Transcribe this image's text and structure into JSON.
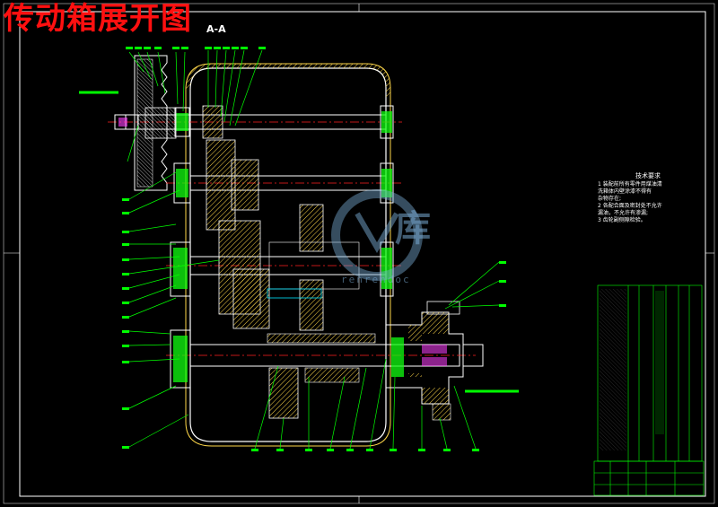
{
  "drawing": {
    "title": "传动箱展开图",
    "section_label": "A-A",
    "technical_notes": {
      "heading": "技术要求",
      "lines": [
        "1 装配前所有零件用煤油清",
        "洗箱体内壁涂漆不得有",
        "杂物存在;",
        "2 各配合面及密封处不允许",
        "漏油，不允许有渗漏;",
        "3 齿轮副侧隙检验。"
      ]
    },
    "watermark": {
      "text": "库",
      "sub": "renrendoc"
    }
  },
  "colors": {
    "background": "#000000",
    "title": "#ff1010",
    "outline": "#ffffff",
    "leader": "#00ff00",
    "centerline": "#ff2020",
    "hatch": "#ffd84a",
    "fill_green": "#10ff10",
    "accent_cyan": "#00e5ff",
    "accent_magenta": "#ff40ff",
    "table": "#00ff00"
  }
}
